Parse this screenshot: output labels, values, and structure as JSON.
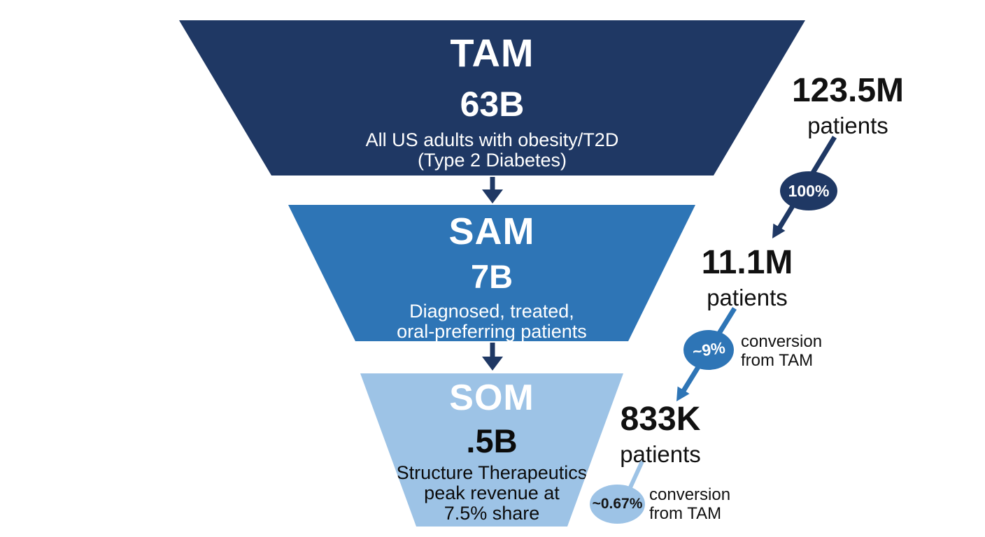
{
  "title": "TAM / SAM / SOM market funnel",
  "colors": {
    "tam_navy": "#1F3864",
    "sam_blue": "#2E75B6",
    "som_light_blue": "#9DC3E6",
    "text_dark": "#111111",
    "text_light": "#FFFFFF",
    "background": "#FFFFFF"
  },
  "funnel": {
    "tiers": [
      {
        "id": "tam",
        "label": "TAM",
        "value": "63B",
        "desc_lines": [
          "All US adults with obesity/T2D",
          "(Type 2 Diabetes)"
        ]
      },
      {
        "id": "sam",
        "label": "SAM",
        "value": "7B",
        "desc_lines": [
          "Diagnosed, treated,",
          "oral-preferring patients"
        ]
      },
      {
        "id": "som",
        "label": "SOM",
        "value": ".5B",
        "desc_lines": [
          "Structure Therapeutics",
          "peak revenue at",
          "7.5% share"
        ]
      }
    ]
  },
  "annotations": [
    {
      "value": "123.5M",
      "unit": "patients",
      "badge": "100%",
      "caption_lines": []
    },
    {
      "value": "11.1M",
      "unit": "patients",
      "badge": "~9%",
      "caption_lines": [
        "conversion",
        "from TAM"
      ]
    },
    {
      "value": "833K",
      "unit": "patients",
      "badge": "~0.67%",
      "caption_lines": [
        "conversion",
        "from TAM"
      ]
    }
  ],
  "icons": {
    "tier_connector": "arrow-down-icon",
    "conversion_connector": "arrow-diagonal-down-left-icon"
  }
}
